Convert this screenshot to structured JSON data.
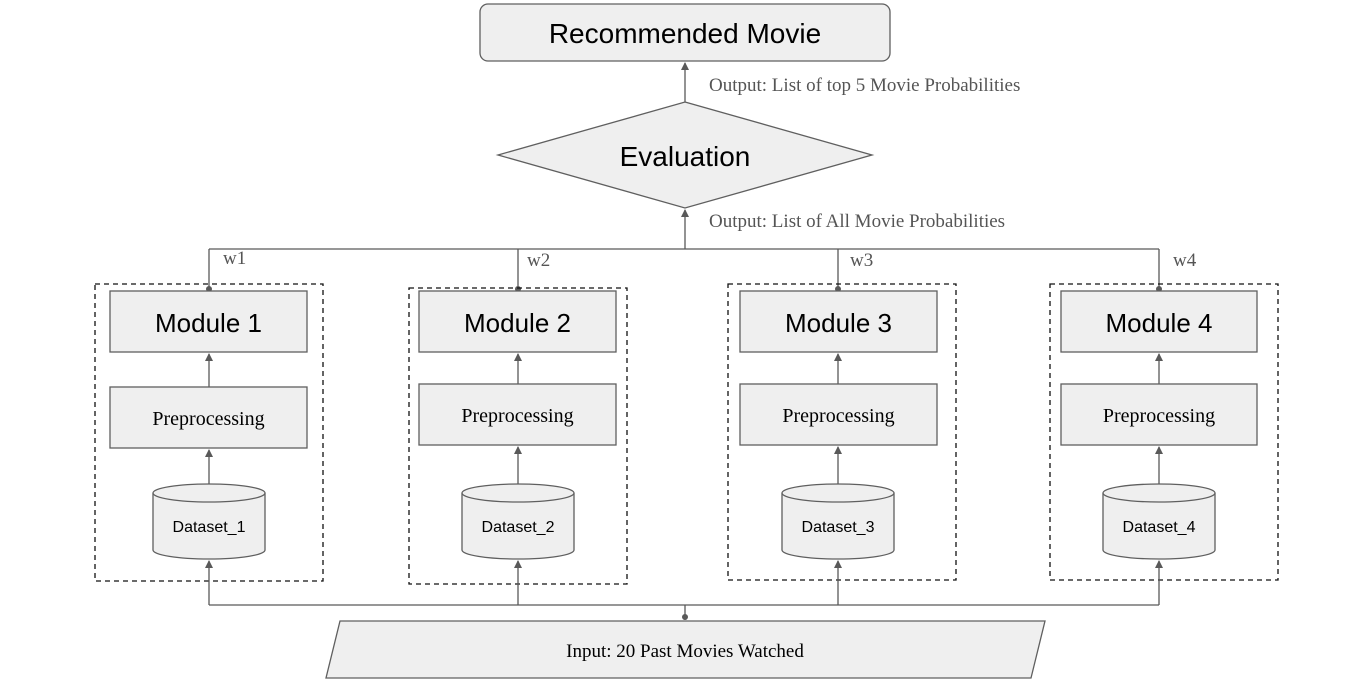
{
  "recommended": {
    "label": "Recommended Movie"
  },
  "evaluation": {
    "label": "Evaluation"
  },
  "outputs": {
    "top": "Output: List of top 5 Movie Probabilities",
    "all": "Output: List of All Movie Probabilities"
  },
  "input": {
    "label": "Input: 20 Past Movies Watched"
  },
  "modules": [
    {
      "weight": "w1",
      "module": "Module 1",
      "preprocessing": "Preprocessing",
      "dataset": "Dataset_1"
    },
    {
      "weight": "w2",
      "module": "Module 2",
      "preprocessing": "Preprocessing",
      "dataset": "Dataset_2"
    },
    {
      "weight": "w3",
      "module": "Module 3",
      "preprocessing": "Preprocessing",
      "dataset": "Dataset_3"
    },
    {
      "weight": "w4",
      "module": "Module 4",
      "preprocessing": "Preprocessing",
      "dataset": "Dataset_4"
    }
  ],
  "colors": {
    "box_fill": "#efefef",
    "stroke": "#5f5f5f",
    "note_text": "#555555"
  }
}
